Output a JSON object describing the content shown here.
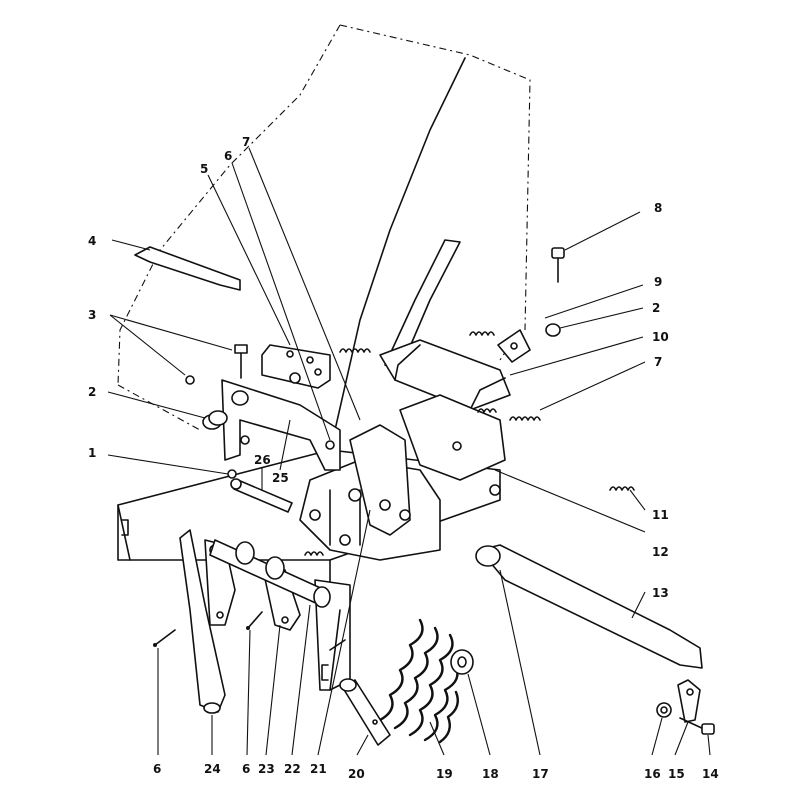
{
  "callouts": {
    "c1": "1",
    "c2a": "2",
    "c2b": "2",
    "c3": "3",
    "c4": "4",
    "c5": "5",
    "c6a": "6",
    "c6b": "6",
    "c6c": "6",
    "c7a": "7",
    "c7b": "7",
    "c8": "8",
    "c9": "9",
    "c10": "10",
    "c11": "11",
    "c12": "12",
    "c13": "13",
    "c14": "14",
    "c15": "15",
    "c16": "16",
    "c17": "17",
    "c18": "18",
    "c19": "19",
    "c20": "20",
    "c21": "21",
    "c22": "22",
    "c23": "23",
    "c24": "24",
    "c25": "25",
    "c26": "26"
  }
}
